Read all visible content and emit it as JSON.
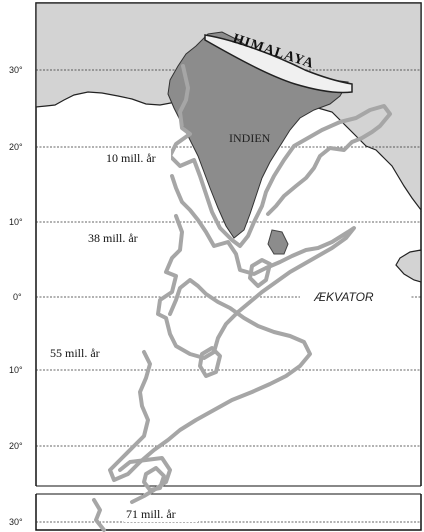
{
  "map": {
    "labels": {
      "region": "HIMALAYA",
      "country": "INDIEN",
      "equator": "ÆKVATOR"
    },
    "latitudes": [
      "30°",
      "20°",
      "10°",
      "0°",
      "10°",
      "20°",
      "30°"
    ],
    "positions": [
      {
        "label": "10 mill. år"
      },
      {
        "label": "38 mill. år"
      },
      {
        "label": "55 mill. år"
      },
      {
        "label": "71 mill. år"
      }
    ],
    "colors": {
      "land": "#d3d3d3",
      "sea": "#ffffff",
      "india": "#8c8c8c",
      "outline": "#a6a6a6"
    }
  }
}
